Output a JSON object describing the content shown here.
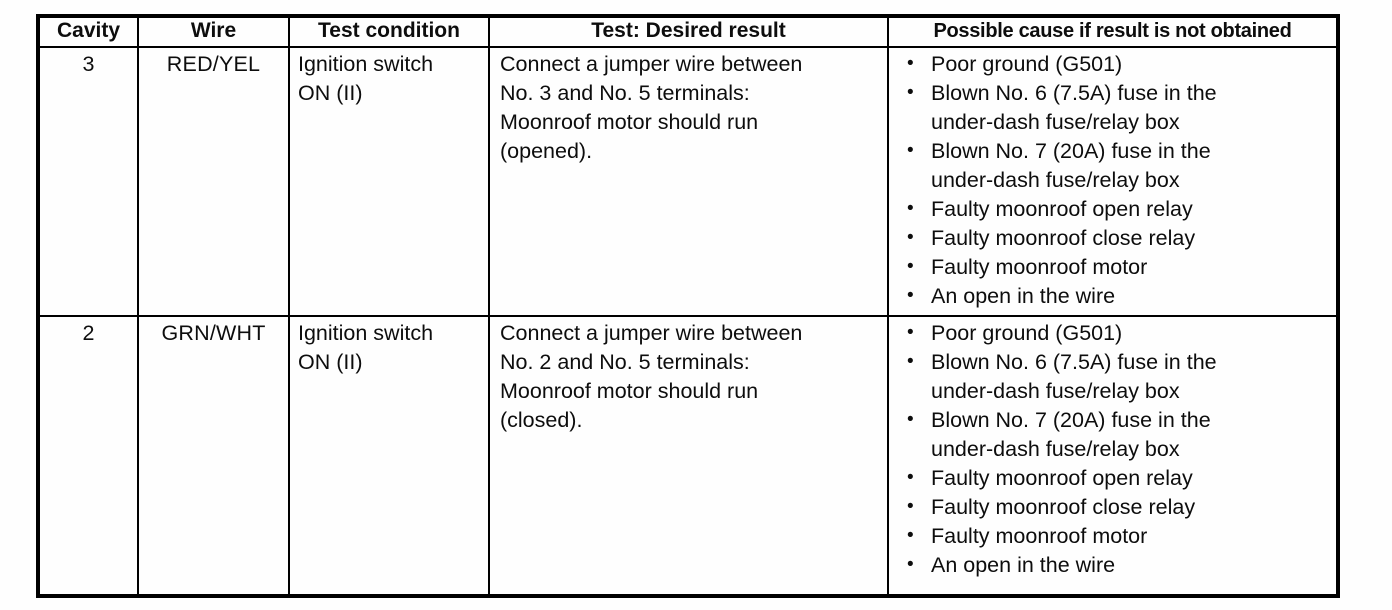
{
  "page": {
    "background": "#fefefe",
    "text_color": "#0d0d0d",
    "border_color": "#000000"
  },
  "table": {
    "bullet": "•",
    "columns": [
      {
        "label": "Cavity"
      },
      {
        "label": "Wire"
      },
      {
        "label": "Test condition"
      },
      {
        "label": "Test: Desired result"
      },
      {
        "label": "Possible cause if result is not obtained"
      }
    ],
    "rows": [
      {
        "cavity": "3",
        "wire": "RED/YEL",
        "test_condition": "Ignition switch\nON (II)",
        "desired_result": "Connect a jumper wire between\nNo. 3 and No. 5 terminals:\nMoonroof motor should run\n(opened).",
        "possible_causes": [
          "Poor ground (G501)",
          "Blown No. 6 (7.5A) fuse in the\nunder-dash fuse/relay box",
          "Blown No. 7 (20A) fuse in the\nunder-dash fuse/relay box",
          "Faulty moonroof open relay",
          "Faulty moonroof close relay",
          "Faulty moonroof motor",
          "An open in the wire"
        ]
      },
      {
        "cavity": "2",
        "wire": "GRN/WHT",
        "test_condition": "Ignition switch\nON (II)",
        "desired_result": "Connect a jumper wire between\nNo. 2 and No. 5 terminals:\nMoonroof motor should run\n(closed).",
        "possible_causes": [
          "Poor ground (G501)",
          "Blown No. 6 (7.5A) fuse in the\nunder-dash fuse/relay box",
          "Blown No. 7 (20A) fuse in the\nunder-dash fuse/relay box",
          "Faulty moonroof open relay",
          "Faulty moonroof close relay",
          "Faulty moonroof motor",
          "An open in the wire"
        ]
      }
    ]
  }
}
